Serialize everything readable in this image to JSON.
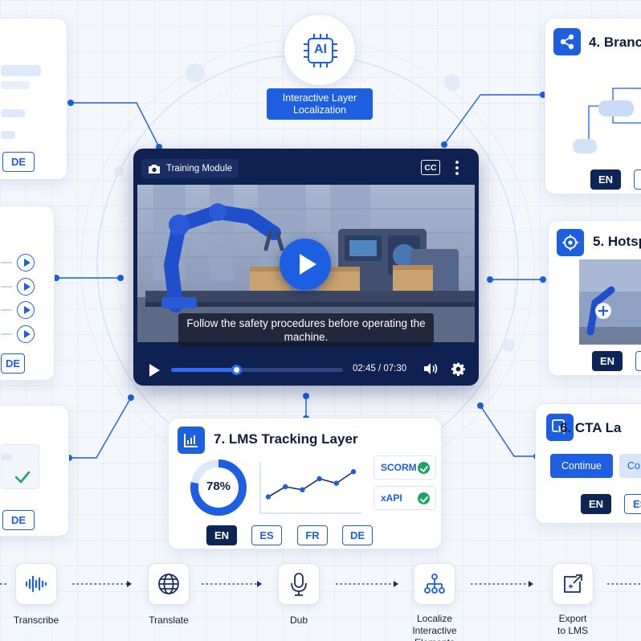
{
  "ai_badge": {
    "chip_text": "AI",
    "caption": "Interactive Layer Localization"
  },
  "player": {
    "title": "Training Module",
    "cc_label": "CC",
    "subtitle": "Follow the safety procedures before operating the machine.",
    "time": "02:45 / 07:30",
    "progress": 0.38
  },
  "cards": {
    "top_left": {
      "language": "DE"
    },
    "mid_left": {
      "language": "DE"
    },
    "bottom_left": {
      "language": "DE"
    },
    "branching": {
      "title": "4. Branc",
      "language": "EN"
    },
    "hotspot": {
      "title": "5. Hotsp",
      "language": "EN"
    },
    "cta": {
      "title": "6. CTA La",
      "primary_button": "Continue",
      "secondary_button": "Co",
      "languages": [
        "EN",
        "ES"
      ]
    },
    "lms": {
      "title": "7. LMS Tracking Layer",
      "percent": "78%",
      "percent_value": 0.78,
      "standards": [
        "SCORM",
        "xAPI"
      ],
      "languages": [
        "EN",
        "ES",
        "FR",
        "DE"
      ]
    }
  },
  "chart_data": {
    "type": "line",
    "x": [
      1,
      2,
      3,
      4,
      5,
      6
    ],
    "values": [
      2,
      4,
      3.4,
      5.6,
      4.7,
      7
    ],
    "ylim": [
      0,
      8
    ],
    "title": "",
    "xlabel": "",
    "ylabel": ""
  },
  "workflow": {
    "steps": [
      {
        "label": "Transcribe",
        "icon": "waveform-icon"
      },
      {
        "label": "Translate",
        "icon": "globe-icon"
      },
      {
        "label": "Dub",
        "icon": "microphone-icon"
      },
      {
        "label": "Localize Interactive Elements",
        "icon": "hierarchy-icon"
      },
      {
        "label": "Export to LMS",
        "icon": "export-icon"
      }
    ]
  },
  "colors": {
    "accent": "#1c5fe0",
    "navy": "#0d2456",
    "success": "#1aa561"
  }
}
